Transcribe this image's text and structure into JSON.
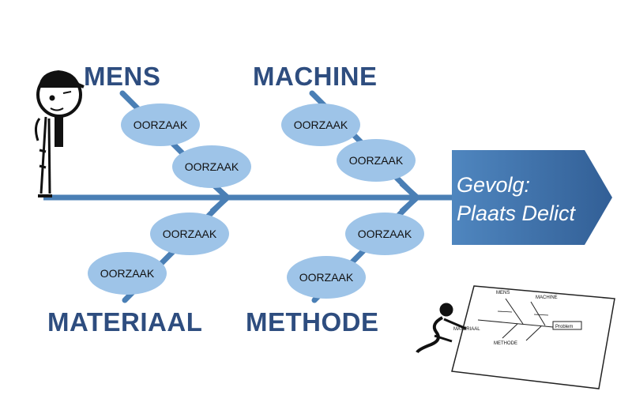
{
  "categories": {
    "mens": "MENS",
    "machine": "MACHINE",
    "materiaal": "MATERIAAL",
    "methode": "METHODE"
  },
  "causes": {
    "mens_1": "OORZAAK",
    "mens_2": "OORZAAK",
    "machine_1": "OORZAAK",
    "machine_2": "OORZAAK",
    "materiaal_1": "OORZAAK",
    "materiaal_2": "OORZAAK",
    "methode_1": "OORZAAK",
    "methode_2": "OORZAAK"
  },
  "effect": {
    "line1": "Gevolg:",
    "line2": "Plaats Delict"
  },
  "mini_diagram": {
    "mens": "MENS",
    "machine": "MACHINE",
    "materiaal": "MATERIAAL",
    "methode": "METHODE",
    "problem": "Problem"
  },
  "colors": {
    "spine": "#4a7fb5",
    "bubble": "#9ec4e8",
    "category_text": "#2e4d7f",
    "effect_box": "#3f6fa6"
  }
}
